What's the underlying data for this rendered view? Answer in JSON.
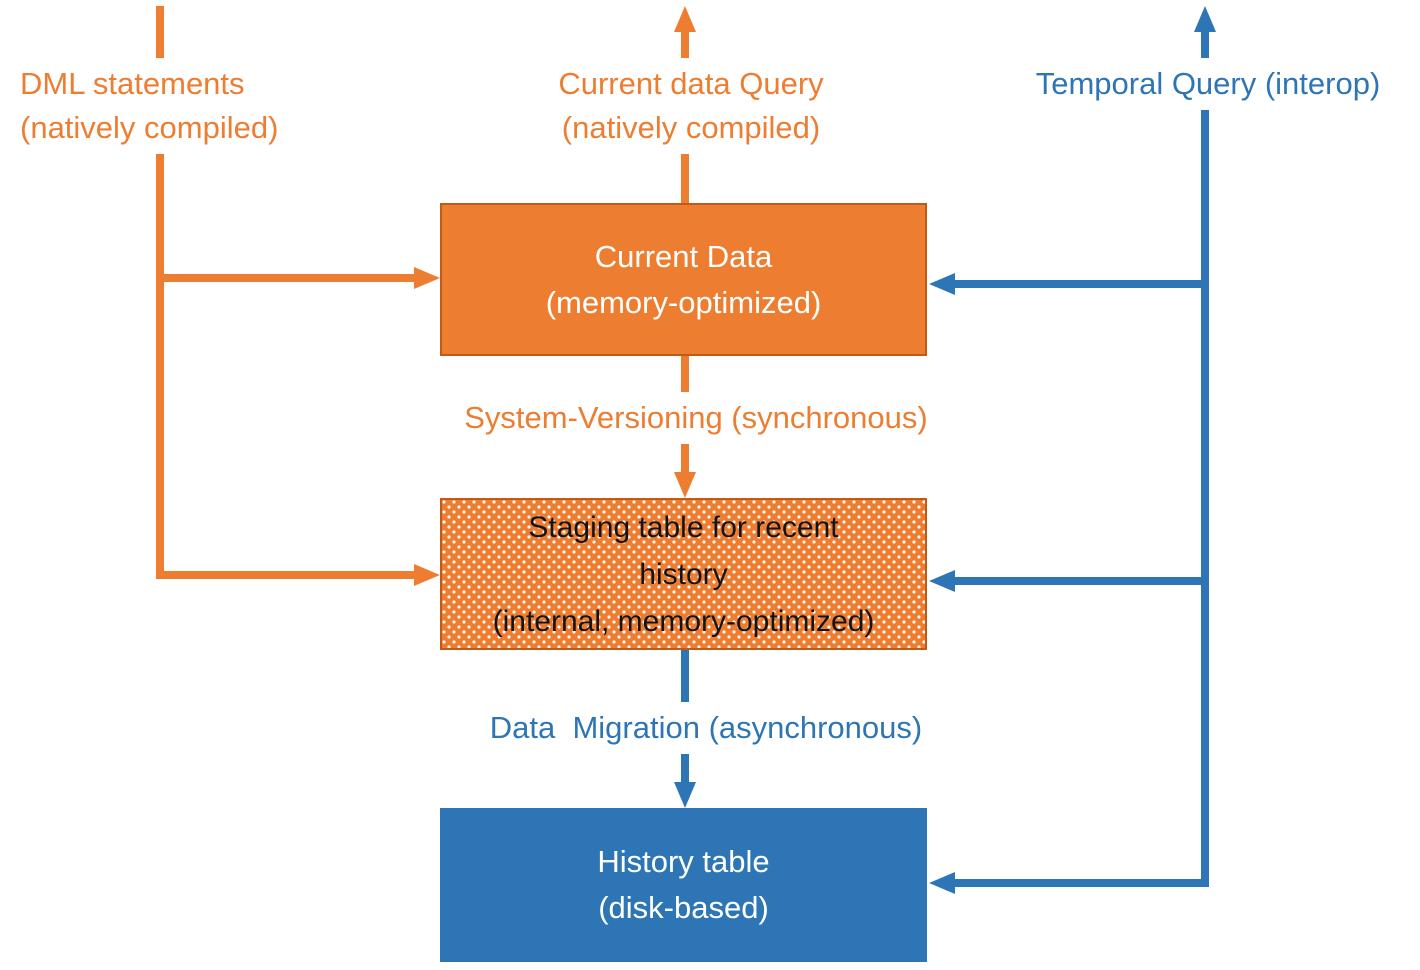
{
  "colors": {
    "orange": "#ED7D31",
    "orange_dark": "#C05A15",
    "blue": "#2E75B6",
    "box_text_light": "#FFFFFF",
    "box_text_dark": "#141414",
    "background": "#FFFFFF"
  },
  "labels": {
    "dml": "DML statements\n(natively compiled)",
    "current_query": "Current data Query\n(natively compiled)",
    "temporal_query": "Temporal Query (interop)",
    "system_versioning": "System-Versioning (synchronous)",
    "data_migration": "Data  Migration (asynchronous)"
  },
  "boxes": {
    "current_data": "Current Data\n(memory-optimized)",
    "staging": "Staging table for recent\nhistory\n(internal, memory-optimized)",
    "history": "History table\n(disk-based)"
  }
}
